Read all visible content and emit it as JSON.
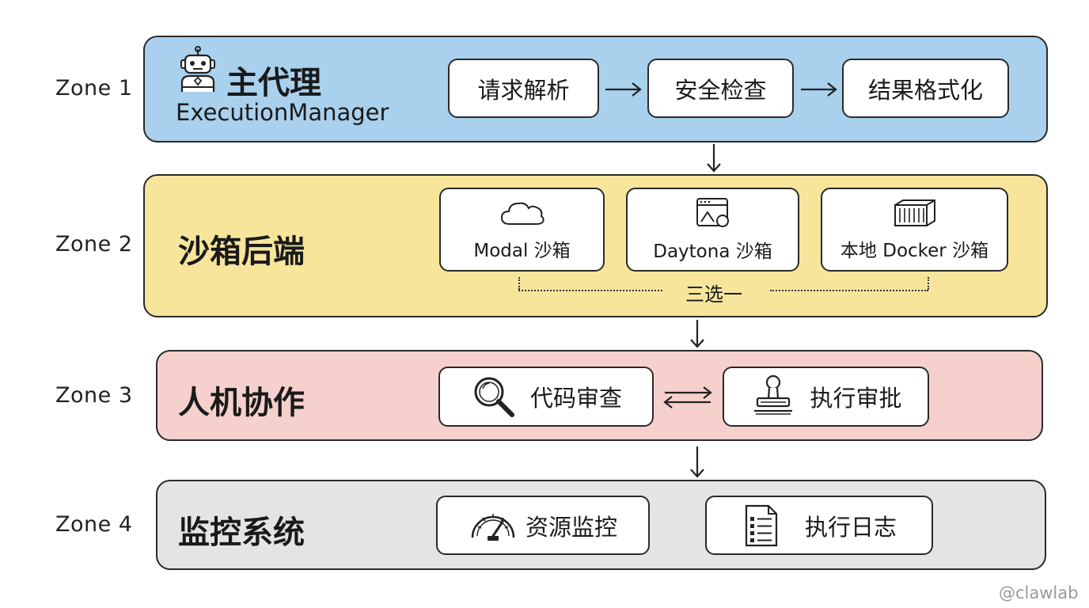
{
  "zones": {
    "zone1": {
      "label": "Zone 1",
      "title": "主代理",
      "subtitle": "ExecutionManager",
      "steps": [
        "请求解析",
        "安全检查",
        "结果格式化"
      ],
      "color": "#a9d1ee"
    },
    "zone2": {
      "label": "Zone 2",
      "title": "沙箱后端",
      "options": [
        "Modal 沙箱",
        "Daytona 沙箱",
        "本地 Docker 沙箱"
      ],
      "choice_note": "三选一",
      "color": "#f6e59b"
    },
    "zone3": {
      "label": "Zone 3",
      "title": "人机协作",
      "items": [
        "代码审查",
        "执行审批"
      ],
      "color": "#f6d0cd"
    },
    "zone4": {
      "label": "Zone 4",
      "title": "监控系统",
      "items": [
        "资源监控",
        "执行日志"
      ],
      "color": "#e4e4e4"
    }
  },
  "watermark": "@clawlab"
}
